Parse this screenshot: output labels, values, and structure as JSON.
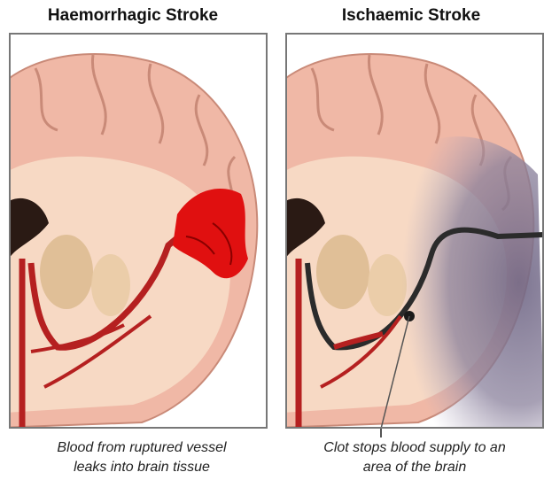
{
  "panels": [
    {
      "title": "Haemorrhagic Stroke",
      "caption_line1": "Blood from ruptured vessel",
      "caption_line2": "leaks into brain tissue"
    },
    {
      "title": "Ischaemic Stroke",
      "caption_line1": "Clot stops blood supply to an",
      "caption_line2": "area of the brain"
    }
  ],
  "colors": {
    "brain_outer": "#f0b8a6",
    "brain_inner": "#f7d9c4",
    "blood": "#e01010",
    "vessel": "#b52020",
    "ischaemic_region": "#7a6f8c",
    "frame": "#777777"
  }
}
